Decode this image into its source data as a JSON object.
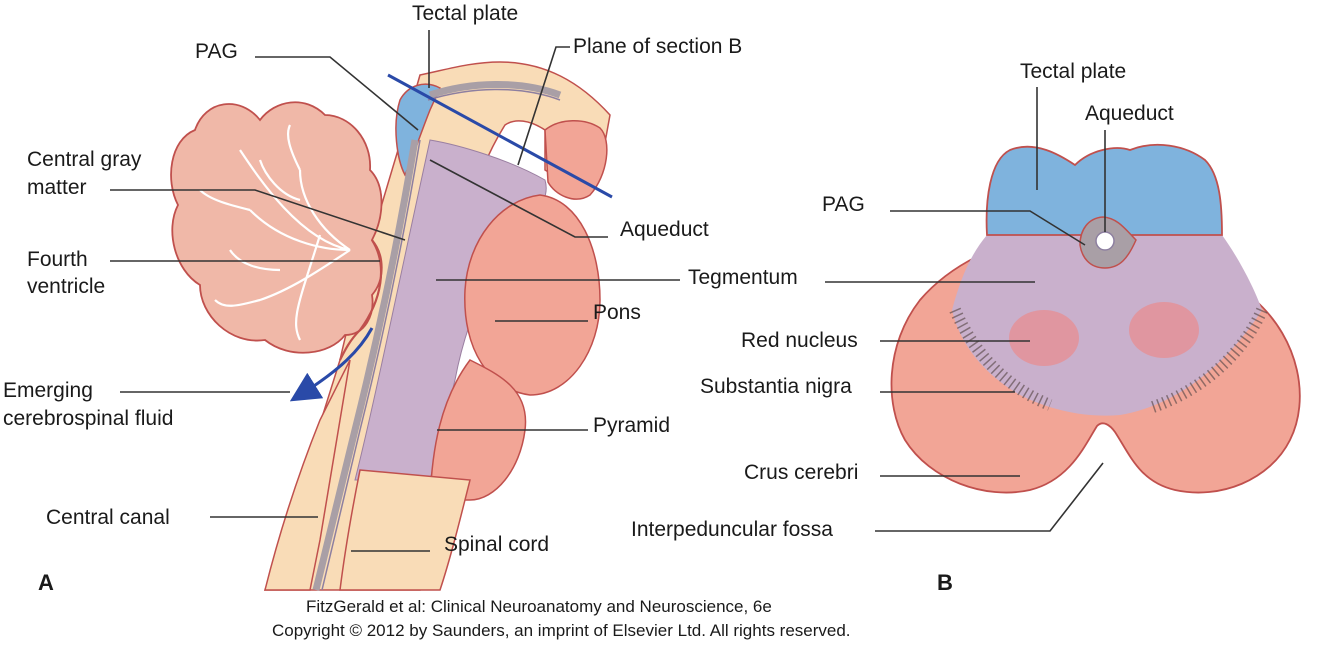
{
  "panels": {
    "a": "A",
    "b": "B"
  },
  "labels_a": {
    "tectal_plate": "Tectal plate",
    "pag": "PAG",
    "plane_of_section": "Plane of section B",
    "central_gray_1": "Central gray",
    "central_gray_2": "matter",
    "fourth_ventricle_1": "Fourth",
    "fourth_ventricle_2": "ventricle",
    "aqueduct": "Aqueduct",
    "tegmentum": "Tegmentum",
    "pons": "Pons",
    "emerging_1": "Emerging",
    "emerging_2": "cerebrospinal fluid",
    "pyramid": "Pyramid",
    "central_canal": "Central canal",
    "spinal_cord": "Spinal cord"
  },
  "labels_b": {
    "tectal_plate": "Tectal plate",
    "aqueduct": "Aqueduct",
    "pag": "PAG",
    "red_nucleus": "Red nucleus",
    "substantia_nigra": "Substantia nigra",
    "crus_cerebri": "Crus cerebri",
    "interpeduncular_fossa": "Interpeduncular fossa"
  },
  "credit": {
    "line1": "FitzGerald et al: Clinical Neuroanatomy and Neuroscience, 6e",
    "line2": "Copyright © 2012 by Saunders, an imprint of Elsevier Ltd. All rights reserved."
  },
  "colors": {
    "tectum": "#7fb3dd",
    "tegmentum": "#c9b0cc",
    "basis": "#f2a596",
    "cord": "#f9dcb7",
    "central_gray": "#a99fa6",
    "cerebellum": "#f0b8a8",
    "red_nucleus": "#e2939b",
    "outline": "#c0504d",
    "plane_line": "#2a4aa8",
    "csf_arrow": "#2a4aa8"
  }
}
